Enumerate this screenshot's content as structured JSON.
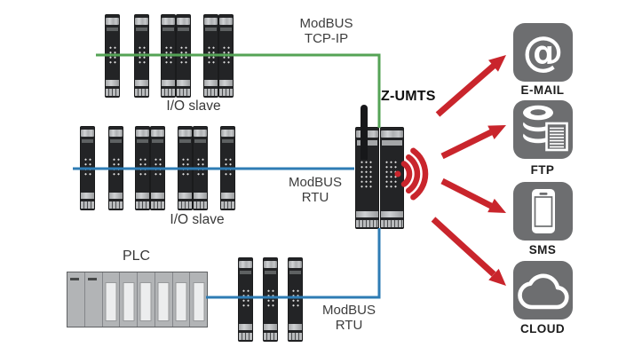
{
  "palette": {
    "bus_green": "#55a356",
    "bus_blue": "#2e7cb4",
    "signal_red": "#c9252c",
    "icon_gray": "#6d6e70"
  },
  "buses": {
    "tcpip": {
      "line1": "ModBUS",
      "line2": "TCP-IP"
    },
    "rtu_mid": {
      "line1": "ModBUS",
      "line2": "RTU"
    },
    "rtu_bottom": {
      "line1": "ModBUS",
      "line2": "RTU"
    }
  },
  "groups": {
    "io_top": {
      "label": "I/O slave"
    },
    "io_mid": {
      "label": "I/O slave"
    },
    "plc": {
      "label": "PLC"
    }
  },
  "gateway": {
    "label": "Z-UMTS"
  },
  "outputs": [
    {
      "id": "email",
      "label": "E-MAIL",
      "icon": "at-icon",
      "glyph": "@"
    },
    {
      "id": "ftp",
      "label": "FTP",
      "icon": "database-icon"
    },
    {
      "id": "sms",
      "label": "SMS",
      "icon": "smartphone-icon"
    },
    {
      "id": "cloud",
      "label": "CLOUD",
      "icon": "cloud-icon"
    }
  ]
}
